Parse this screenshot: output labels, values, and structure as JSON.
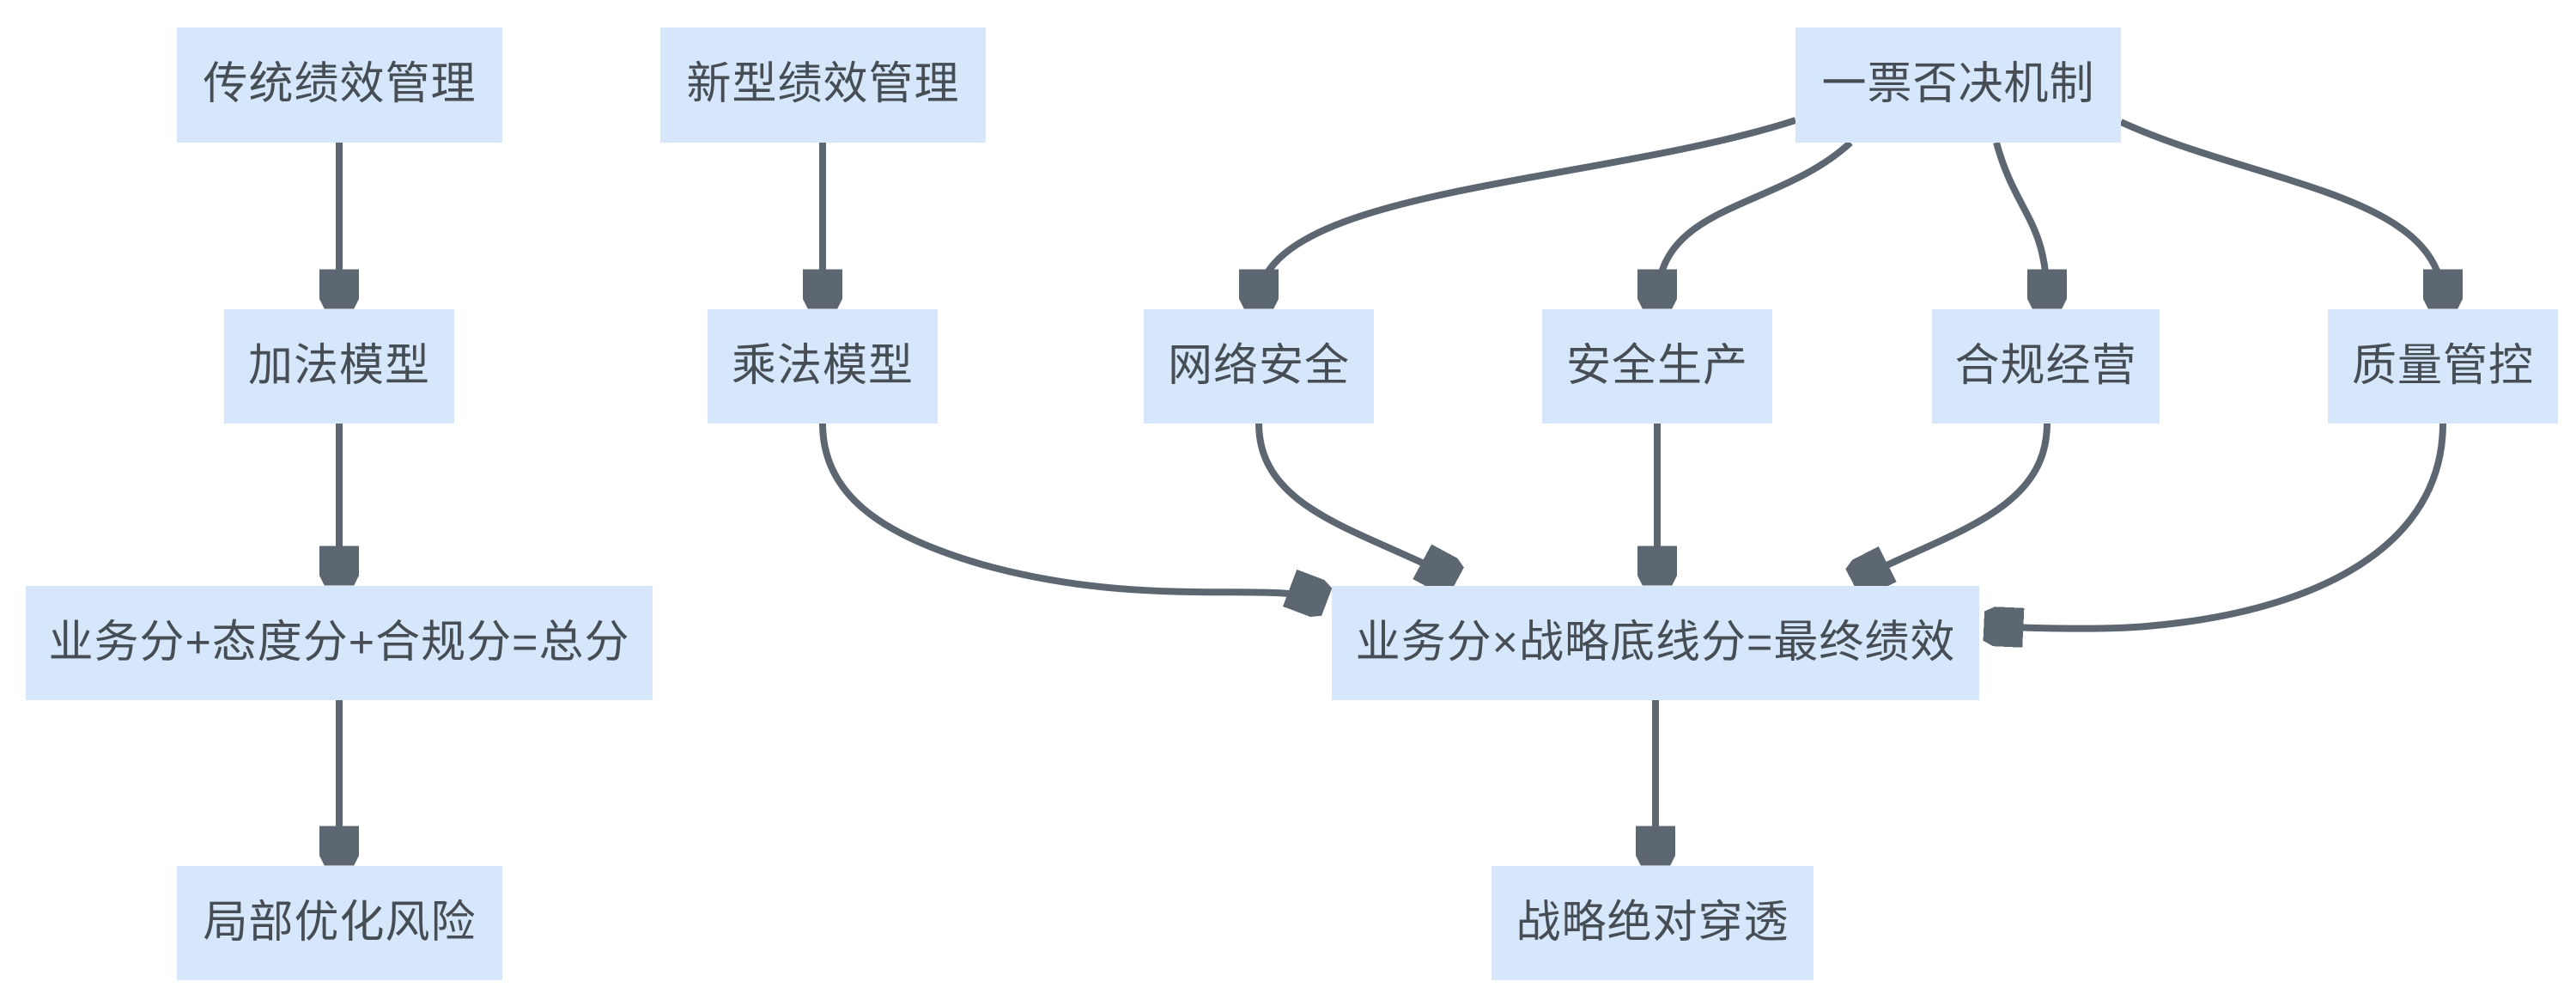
{
  "diagram": {
    "type": "flowchart",
    "background_color": "#ffffff",
    "node_fill_color": "#d6e7fb",
    "node_text_color": "#464d54",
    "edge_color": "#5d6772",
    "nodes": [
      {
        "id": "traditional-performance",
        "label": "传统绩效管理"
      },
      {
        "id": "additive-model",
        "label": "加法模型"
      },
      {
        "id": "sum-formula",
        "label": "业务分+态度分+合规分=总分"
      },
      {
        "id": "local-optimization-risk",
        "label": "局部优化风险"
      },
      {
        "id": "new-performance",
        "label": "新型绩效管理"
      },
      {
        "id": "multiplicative-model",
        "label": "乘法模型"
      },
      {
        "id": "one-vote-veto",
        "label": "一票否决机制"
      },
      {
        "id": "network-security",
        "label": "网络安全"
      },
      {
        "id": "production-safety",
        "label": "安全生产"
      },
      {
        "id": "compliance-operation",
        "label": "合规经营"
      },
      {
        "id": "quality-control",
        "label": "质量管控"
      },
      {
        "id": "final-formula",
        "label": "业务分×战略底线分=最终绩效"
      },
      {
        "id": "strategic-penetration",
        "label": "战略绝对穿透"
      }
    ],
    "edges": [
      {
        "from": "传统绩效管理",
        "to": "加法模型"
      },
      {
        "from": "加法模型",
        "to": "业务分+态度分+合规分=总分"
      },
      {
        "from": "业务分+态度分+合规分=总分",
        "to": "局部优化风险"
      },
      {
        "from": "新型绩效管理",
        "to": "乘法模型"
      },
      {
        "from": "乘法模型",
        "to": "业务分×战略底线分=最终绩效"
      },
      {
        "from": "一票否决机制",
        "to": "网络安全"
      },
      {
        "from": "一票否决机制",
        "to": "安全生产"
      },
      {
        "from": "一票否决机制",
        "to": "合规经营"
      },
      {
        "from": "一票否决机制",
        "to": "质量管控"
      },
      {
        "from": "网络安全",
        "to": "业务分×战略底线分=最终绩效"
      },
      {
        "from": "安全生产",
        "to": "业务分×战略底线分=最终绩效"
      },
      {
        "from": "合规经营",
        "to": "业务分×战略底线分=最终绩效"
      },
      {
        "from": "质量管控",
        "to": "业务分×战略底线分=最终绩效"
      },
      {
        "from": "业务分×战略底线分=最终绩效",
        "to": "战略绝对穿透"
      }
    ]
  }
}
